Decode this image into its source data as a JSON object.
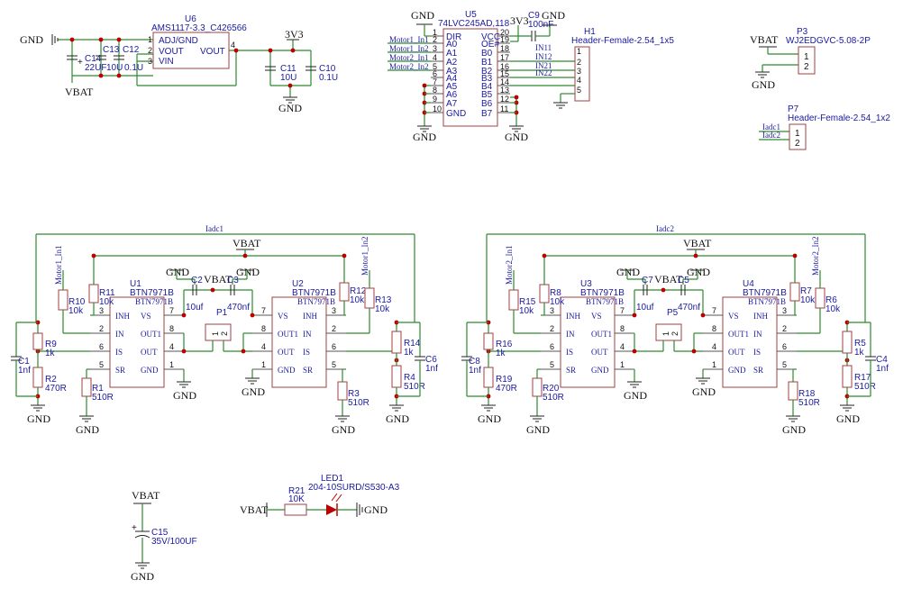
{
  "colors": {
    "wire": "#2f8a2f",
    "body": "#a24040",
    "label": "#1a1aa0",
    "junction": "#bb0000"
  },
  "power": {
    "gnd": "GND",
    "vbat": "VBAT",
    "v33": "3V3"
  },
  "regulator": {
    "ref": "U6",
    "part": "AMS1117-3.3_C426566",
    "pins": {
      "adj": "ADJ/GND",
      "vout": "VOUT",
      "vin": "VIN",
      "vout_r": "VOUT"
    },
    "pin_nums": {
      "p1": "1",
      "p2": "2",
      "p3": "3",
      "p4": "4"
    },
    "caps": {
      "c14": {
        "ref": "C14",
        "val": "22UF"
      },
      "c13": {
        "ref": "C13",
        "val": "10U"
      },
      "c12": {
        "ref": "C12",
        "val": "0.1U"
      },
      "c11": {
        "ref": "C11",
        "val": "10U"
      },
      "c10": {
        "ref": "C10",
        "val": "0.1U"
      }
    }
  },
  "buffer": {
    "ref": "U5",
    "part": "74LVC245AD,118",
    "cap": {
      "ref": "C9",
      "val": "100nF"
    },
    "left_pins": [
      {
        "name": "DIR",
        "num": "1"
      },
      {
        "name": "A0",
        "num": "2"
      },
      {
        "name": "A1",
        "num": "3"
      },
      {
        "name": "A2",
        "num": "4"
      },
      {
        "name": "A3",
        "num": "5"
      },
      {
        "name": "A4",
        "num": "6"
      },
      {
        "name": "A5",
        "num": "7"
      },
      {
        "name": "A6",
        "num": "8"
      },
      {
        "name": "A7",
        "num": "9"
      },
      {
        "name": "GND",
        "num": "10"
      }
    ],
    "right_pins": [
      {
        "name": "VCC",
        "num": "20"
      },
      {
        "name": "OE#",
        "num": "19"
      },
      {
        "name": "B0",
        "num": "18"
      },
      {
        "name": "B1",
        "num": "17"
      },
      {
        "name": "B2",
        "num": "16"
      },
      {
        "name": "B3",
        "num": "15"
      },
      {
        "name": "B4",
        "num": "14"
      },
      {
        "name": "B5",
        "num": "13"
      },
      {
        "name": "B6",
        "num": "12"
      },
      {
        "name": "B7",
        "num": "11"
      }
    ],
    "in_nets": [
      "Motor1_In1",
      "Motor1_In2",
      "Motor2_In1",
      "Motor2_In2"
    ],
    "out_nets": [
      "IN11",
      "IN12",
      "IN21",
      "IN22"
    ]
  },
  "header_h1": {
    "ref": "H1",
    "part": "Header-Female-2.54_1x5",
    "pins": [
      "1",
      "2",
      "3",
      "4",
      "5"
    ]
  },
  "conn_p3": {
    "ref": "P3",
    "part": "WJ2EDGVC-5.08-2P",
    "pins": [
      "1",
      "2"
    ]
  },
  "header_p7": {
    "ref": "P7",
    "part": "Header-Female-2.54_1x2",
    "pins": [
      "1",
      "2"
    ],
    "nets": [
      "Iadc1",
      "Iadc2"
    ]
  },
  "bridges": [
    {
      "iadc": "Iadc1",
      "in1": "Motor1_In1",
      "in2": "Motor1_In2",
      "jumper": {
        "ref": "P1",
        "pins": [
          "1",
          "2"
        ]
      },
      "vcaps": [
        {
          "ref": "C2",
          "val": "10uf"
        },
        {
          "ref": "C3",
          "val": "470nf"
        }
      ],
      "left": {
        "ref": "U1",
        "part": "BTN7971B",
        "pins": {
          "inh": "INH",
          "vs": "VS",
          "in": "IN",
          "out1": "OUT1",
          "is": "IS",
          "out": "OUT",
          "sr": "SR",
          "gnd": "GND"
        },
        "nums": {
          "inh": "3",
          "vs": "7",
          "in": "2",
          "out1": "8",
          "is": "6",
          "out": "4",
          "sr": "5",
          "gnd": "1"
        },
        "rinh": {
          "ref": "R11",
          "val": "10k"
        },
        "rin": {
          "ref": "R10",
          "val": "10k"
        },
        "rsr": {
          "ref": "R1",
          "val": "510R"
        },
        "rdiv1": {
          "ref": "R9",
          "val": "1k"
        },
        "rdiv2": {
          "ref": "R2",
          "val": "470R"
        },
        "cf": {
          "ref": "C1",
          "val": "1nf"
        }
      },
      "right": {
        "ref": "U2",
        "part": "BTN7971B",
        "pins": {
          "inh": "INH",
          "vs": "VS",
          "in": "IN",
          "out1": "OUT1",
          "is": "IS",
          "out": "OUT",
          "sr": "SR",
          "gnd": "GND"
        },
        "nums": {
          "inh": "3",
          "vs": "7",
          "in": "2",
          "out1": "8",
          "is": "6",
          "out": "4",
          "sr": "5",
          "gnd": "1"
        },
        "rinh": {
          "ref": "R12",
          "val": "10k"
        },
        "rin": {
          "ref": "R13",
          "val": "10k"
        },
        "rsr": {
          "ref": "R3",
          "val": "510R"
        },
        "rdiv1": {
          "ref": "R14",
          "val": "1k"
        },
        "rdiv2": {
          "ref": "R4",
          "val": "510R"
        },
        "cf": {
          "ref": "C6",
          "val": "1nf"
        }
      }
    },
    {
      "iadc": "Iadc2",
      "in1": "Motor2_In1",
      "in2": "Motor2_In2",
      "jumper": {
        "ref": "P5",
        "pins": [
          "1",
          "2"
        ]
      },
      "vcaps": [
        {
          "ref": "C7",
          "val": "10uf"
        },
        {
          "ref": "C5",
          "val": "470nf"
        }
      ],
      "left": {
        "ref": "U3",
        "part": "BTN7971B",
        "pins": {
          "inh": "INH",
          "vs": "VS",
          "in": "IN",
          "out1": "OUT1",
          "is": "IS",
          "out": "OUT",
          "sr": "SR",
          "gnd": "GND"
        },
        "nums": {
          "inh": "3",
          "vs": "7",
          "in": "2",
          "out1": "8",
          "is": "6",
          "out": "4",
          "sr": "5",
          "gnd": "1"
        },
        "rinh": {
          "ref": "R8",
          "val": "10k"
        },
        "rin": {
          "ref": "R15",
          "val": "10k"
        },
        "rsr": {
          "ref": "R20",
          "val": "510R"
        },
        "rdiv1": {
          "ref": "R16",
          "val": "1k"
        },
        "rdiv2": {
          "ref": "R19",
          "val": "470R"
        },
        "cf": {
          "ref": "C8",
          "val": "1nf"
        }
      },
      "right": {
        "ref": "U4",
        "part": "BTN7971B",
        "pins": {
          "inh": "INH",
          "vs": "VS",
          "in": "IN",
          "out1": "OUT1",
          "is": "IS",
          "out": "OUT",
          "sr": "SR",
          "gnd": "GND"
        },
        "nums": {
          "inh": "3",
          "vs": "7",
          "in": "2",
          "out1": "8",
          "is": "6",
          "out": "4",
          "sr": "5",
          "gnd": "1"
        },
        "rinh": {
          "ref": "R7",
          "val": "10k"
        },
        "rin": {
          "ref": "R6",
          "val": "10k"
        },
        "rsr": {
          "ref": "R18",
          "val": "510R"
        },
        "rdiv1": {
          "ref": "R5",
          "val": "1k"
        },
        "rdiv2": {
          "ref": "R17",
          "val": "510R"
        },
        "cf": {
          "ref": "C4",
          "val": "1nf"
        }
      }
    }
  ],
  "bulk_cap": {
    "ref": "C15",
    "val": "35V/100UF"
  },
  "led": {
    "ref": "LED1",
    "part": "204-10SURD/S530-A3",
    "res_ref": "R21",
    "res_val": "10K"
  }
}
